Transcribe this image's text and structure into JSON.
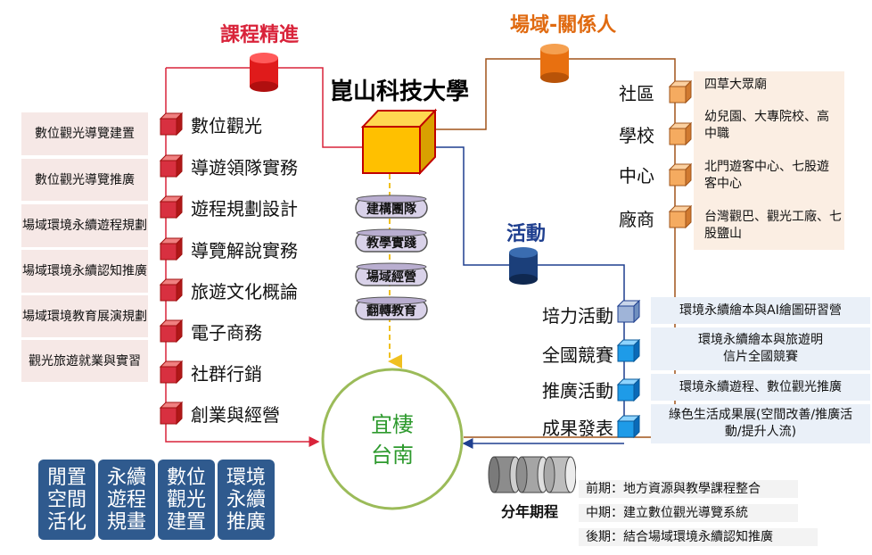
{
  "titles": {
    "curriculum": "課程精進",
    "stakeholders": "場域-關係人",
    "university": "崑山科技大學",
    "activities": "活動"
  },
  "courses": [
    "數位觀光",
    "導遊領隊實務",
    "遊程規劃設計",
    "導覽解說實務",
    "旅遊文化概論",
    "電子商務",
    "社群行銷",
    "創業與經營"
  ],
  "course_topics": [
    "數位觀光導覽建置",
    "數位觀光導覽推廣",
    "場域環境永續遊程規劃",
    "場域環境永續認知推廣",
    "場域環境教育展演規劃",
    "觀光旅遊就業與實習"
  ],
  "stakeholders": [
    {
      "label": "社區",
      "detail": "四草大眾廟"
    },
    {
      "label": "學校",
      "detail": "幼兒園、大專院校、高中職"
    },
    {
      "label": "中心",
      "detail": "北門遊客中心、七股遊客中心"
    },
    {
      "label": "廠商",
      "detail": "台灣觀巴、觀光工廠、七股鹽山"
    }
  ],
  "methods": [
    "建構團隊",
    "教學實踐",
    "場域經營",
    "翻轉教育"
  ],
  "activities": [
    {
      "label": "培力活動",
      "detail": "環境永續繪本與AI繪圖研習營"
    },
    {
      "label": "全國競賽",
      "detail": "環境永續繪本與旅遊明信片全國競賽"
    },
    {
      "label": "推廣活動",
      "detail": "環境永續遊程、數位觀光推廣"
    },
    {
      "label": "成果發表",
      "detail": "綠色生活成果展(空間改善/推廣活動/提升人流)"
    }
  ],
  "center": {
    "line1": "宜棲",
    "line2": "台南"
  },
  "goals": [
    "閒置空間活化",
    "永續遊程規畫",
    "數位觀光建置",
    "環境永續推廣"
  ],
  "phases_label": "分年期程",
  "phases": [
    "前期：地方資源與教學課程整合",
    "中期：建立數位觀光導覽系統",
    "後期：結合場域環境永續認知推廣"
  ],
  "colors": {
    "red": "#d9233a",
    "orange": "#e06a10",
    "navy": "#1f3f8f",
    "gold": "#ffc000",
    "green": "#2e9a2e",
    "goal_bg": "#2f5a8e"
  }
}
